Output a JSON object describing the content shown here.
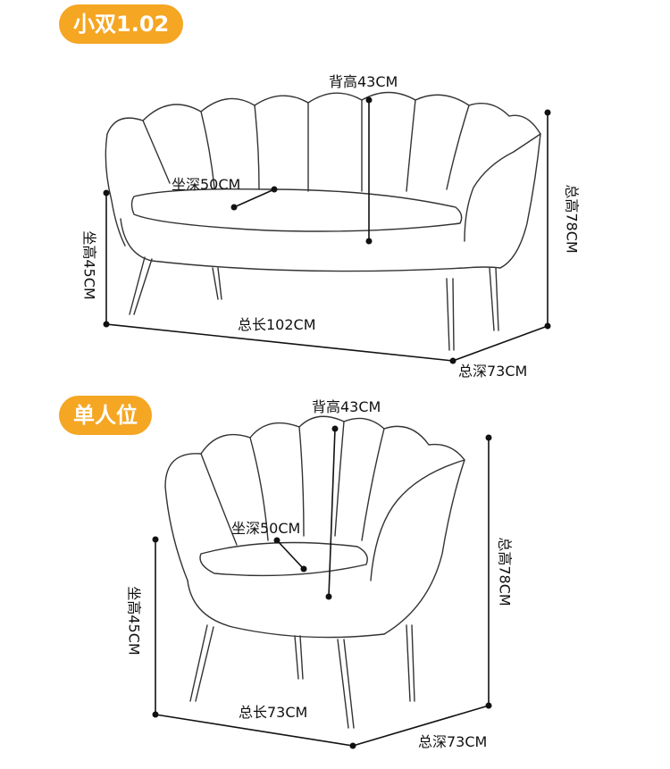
{
  "sections": [
    {
      "tag": "小双1.02",
      "back_height": "背高43CM",
      "seat_depth": "坐深50CM",
      "seat_height": "坐高45CM",
      "total_height": "总高78CM",
      "total_length": "总长102CM",
      "total_depth": "总深73CM"
    },
    {
      "tag": "单人位",
      "back_height": "背高43CM",
      "seat_depth": "坐深50CM",
      "seat_height": "坐高45CM",
      "total_height": "总高78CM",
      "total_length": "总长73CM",
      "total_depth": "总深73CM"
    }
  ],
  "colors": {
    "tag_bg": "#f5a623",
    "tag_text": "#ffffff",
    "line": "#111111"
  }
}
